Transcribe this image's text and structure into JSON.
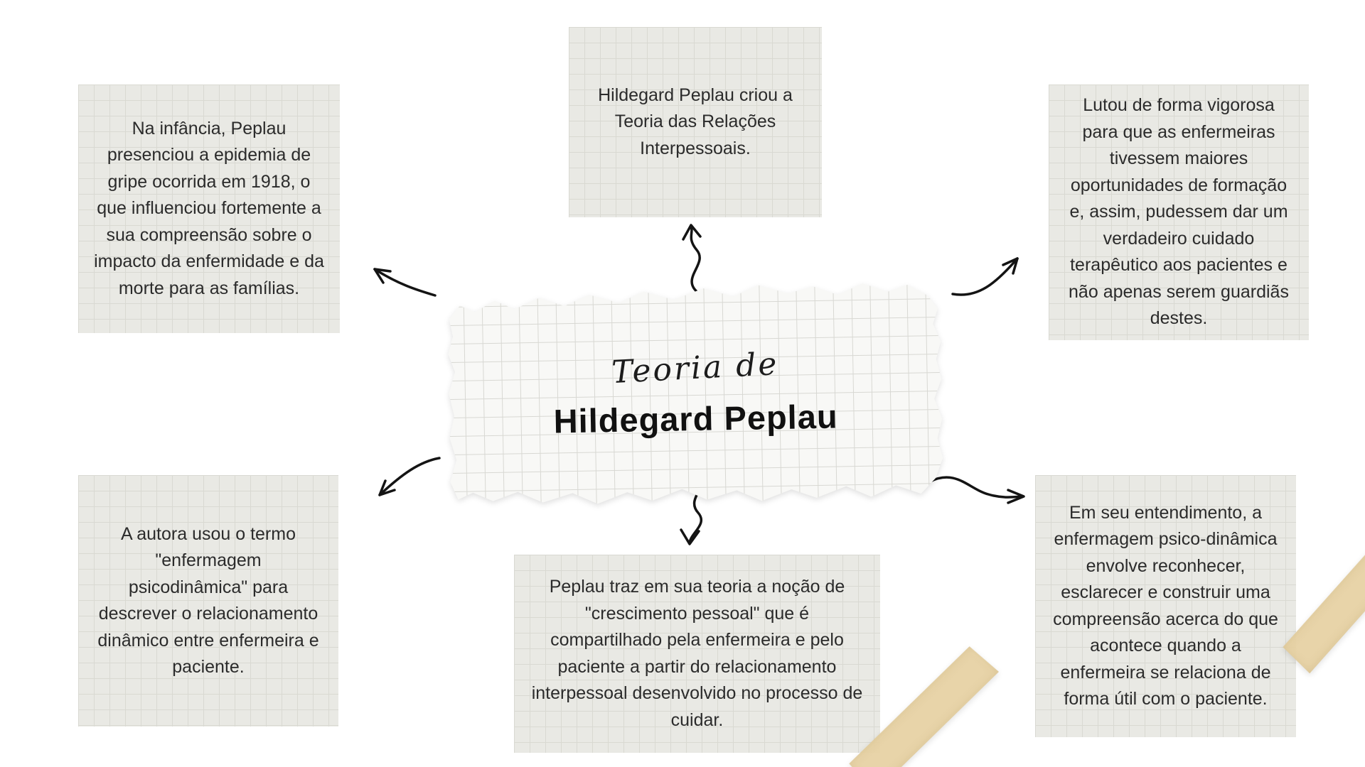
{
  "center": {
    "script_title": "Teoria de",
    "main_title": "Hildegard Peplau"
  },
  "notes": {
    "top_left": "Na infância, Peplau presenciou a epidemia de gripe ocorrida em 1918, o que influenciou fortemente a sua compreensão sobre o impacto da enfermidade e da morte para as famílias.",
    "top_center": "Hildegard Peplau criou a Teoria das Relações Interpessoais.",
    "top_right": "Lutou de forma vigorosa para que as enfermeiras tivessem maiores oportunidades de formação e, assim, pudessem dar um verdadeiro cuidado terapêutico aos pacientes e não apenas serem guardiãs destes.",
    "bottom_left": "A autora usou o termo \"enfermagem psicodinâmica\" para descrever o relacionamento dinâmico entre enfermeira e paciente.",
    "bottom_center": "Peplau traz em sua teoria a noção de \"crescimento pessoal\" que é compartilhado pela enfermeira e pelo paciente a partir do relacionamento interpessoal desenvolvido no processo de cuidar.",
    "bottom_right": "Em seu entendimento, a enfermagem psico-dinâmica envolve reconhecer, esclarecer e construir uma compreensão acerca do que acontece quando a enfermeira se relaciona de forma útil com o paciente."
  },
  "colors": {
    "page_background": "#ffffff",
    "note_background": "#e9e9e4",
    "grid_line": "#d9d9d2",
    "paper_background": "#f8f8f6",
    "tape": "#e8d3a4",
    "arrow": "#141414",
    "text": "#2b2b2b"
  }
}
